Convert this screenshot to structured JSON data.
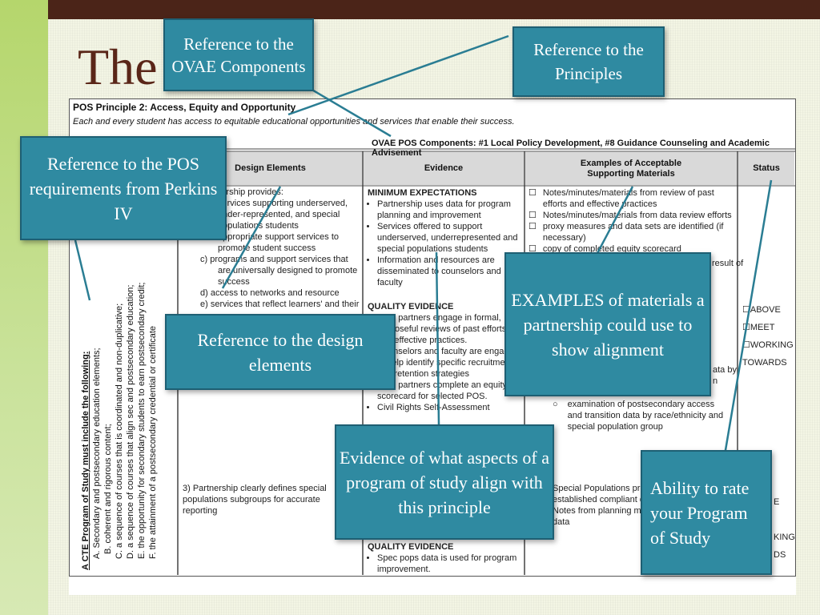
{
  "slide": {
    "title": "The",
    "title_suffix": "t"
  },
  "doc": {
    "principle_title": "POS Principle 2:  Access, Equity and Opportunity",
    "principle_desc": "Each and every student has access to equitable educational opportunities and services that enable their success.",
    "ovae_components": "OVAE POS Components: #1 Local Policy Development, #8 Guidance Counseling and Academic Advisement",
    "headers": {
      "design": "Design Elements",
      "evidence": "Evidence",
      "examples": "Examples of Acceptable Supporting Materials",
      "status": "Status"
    },
    "perkins_lines": [
      "A CTE Program of Study must include the following:",
      "A. Secondary and postsecondary education elements;",
      "B. coherent and rigorous content;",
      "C. a sequence of courses that is coordinated and non-duplicative;",
      "D. a sequence of courses that align sec and postsecondary education;",
      "E. the opportunity for secondary students to earn postsecondary credit;",
      "F. the attainment of a postsecondary credential or certificate"
    ],
    "design_items": [
      "Partnership provides:",
      "services supporting underserved,",
      "under-represented, and special",
      "populations students",
      "appropriate support services to",
      "promote student success",
      "c)   programs and support services that",
      "are universally designed to promote",
      "success",
      "d)   access to networks and resource",
      "e)   services that reflect learners' and their"
    ],
    "design_item3": "3)   Partnership clearly defines special populations subgroups for accurate reporting",
    "evidence": {
      "min_heading": "MINIMUM EXPECTATIONS",
      "min_items": [
        "Partnership uses data for program planning and improvement",
        "Services offered to support underserved, underrepresented and special populations students",
        "Information and resources are disseminated to counselors and faculty"
      ],
      "quality_heading": "QUALITY EVIDENCE",
      "quality_items": [
        "POS partners engage in formal, purposeful reviews of past efforts and effective practices.",
        "Counselors and faculty are engaged to help identify specific recruitment and retention strategies",
        "POS partners complete an equity scorecard for selected POS.",
        "Civil Rights Self-Assessment"
      ],
      "quality_heading2": "QUALITY EVIDENCE",
      "quality_items2": [
        "Spec pops data is used for program improvement."
      ]
    },
    "examples": {
      "items": [
        "Notes/minutes/materials from review of past efforts and effective practices",
        "Notes/minutes/materials from data review efforts",
        "proxy measures and data sets are identified (if necessary)",
        "copy of completed equity scorecard"
      ],
      "result_fragment": "result of",
      "data_by_fragment": "ata by",
      "n_fragment": "n",
      "sub_item": "examination of postsecondary access and transition data by race/ethnicity and special population group",
      "lower_lines": [
        "Special Populations progr",
        "established compliant defi",
        "Notes from planning meet",
        "data"
      ]
    },
    "status": {
      "options": [
        "ABOVE",
        "MEET",
        "WORKING",
        "TOWARDS"
      ],
      "lower_fragments": [
        "E",
        "KING",
        "DS"
      ]
    }
  },
  "callouts": {
    "ovae": "Reference to the OVAE Components",
    "principles": "Reference to the Principles",
    "perkins": "Reference to the POS requirements from Perkins IV",
    "examples": "EXAMPLES of materials a partnership could use to show alignment",
    "design": "Reference to the design elements",
    "evidence": "Evidence of what aspects of a program of study align with this principle",
    "status": "Ability to rate your Program of Study"
  },
  "colors": {
    "callout_fill": "#2f8aa1",
    "title": "#5a2618",
    "top_bar": "#4b2418",
    "left_bar": "#b5d66c"
  }
}
